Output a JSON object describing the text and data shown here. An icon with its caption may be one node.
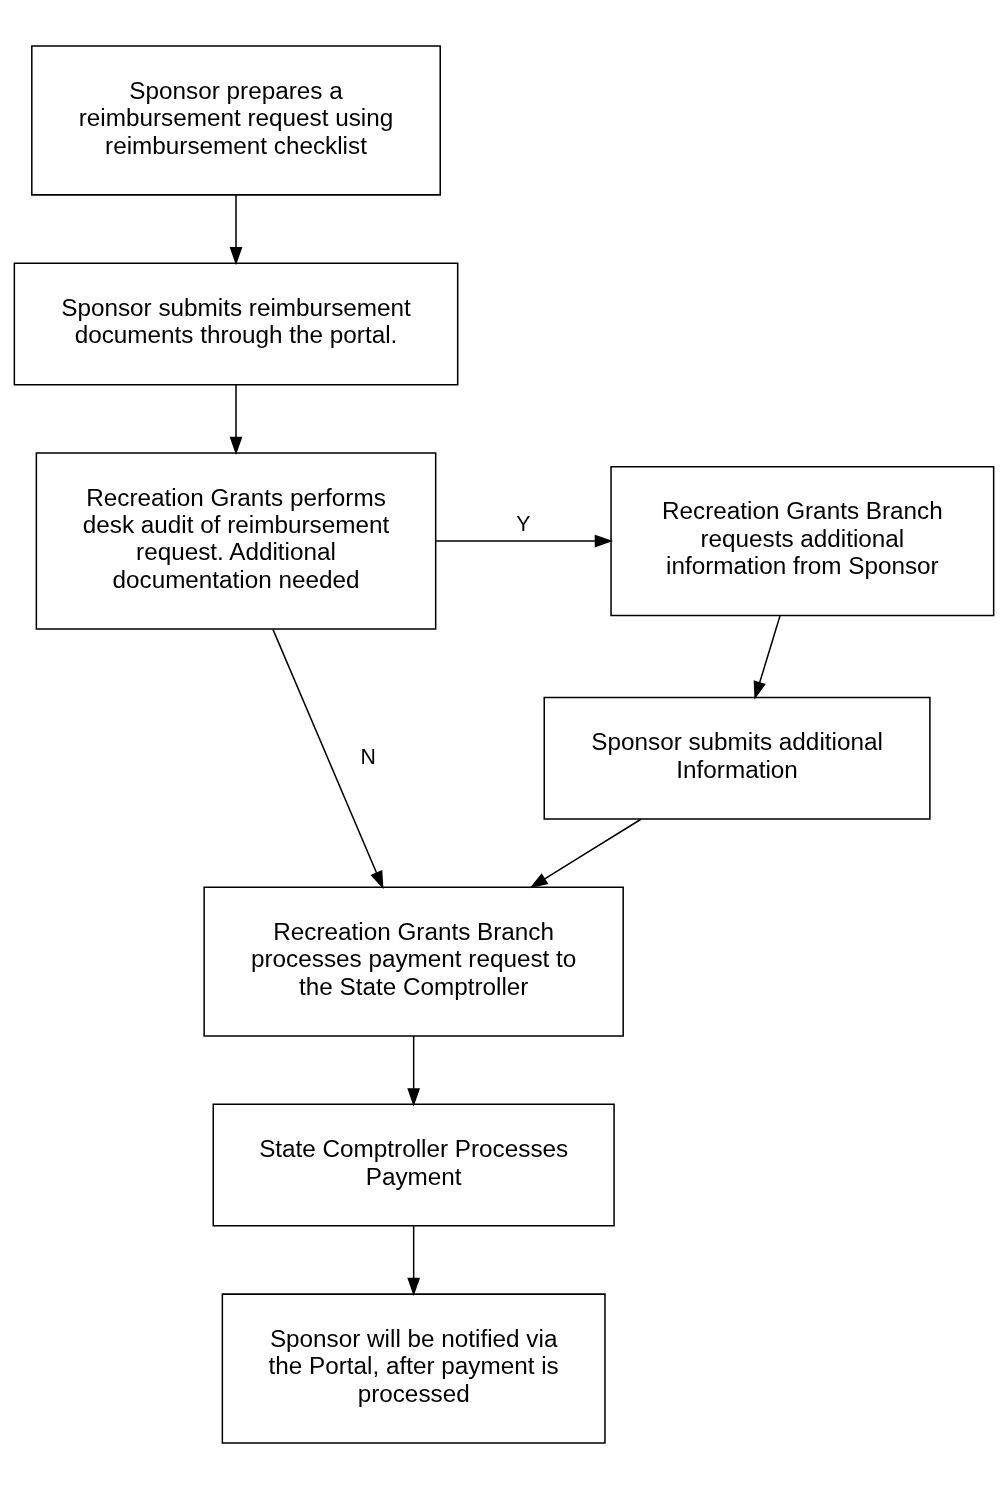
{
  "diagram": {
    "nodes": [
      {
        "text": [
          "Sponsor prepares a reimbursement request using reimbursement checklist"
        ]
      },
      {
        "text": [
          "Sponsor submits reimbursement documents through the portal."
        ]
      },
      {
        "text": [
          "Recreation Grants performs desk audit of reimbursement request. Additional documentation needed"
        ]
      },
      {
        "text": [
          "Recreation Grants Branch requests additional information from Sponsor"
        ]
      },
      {
        "text": [
          "Sponsor submits additional Information"
        ]
      },
      {
        "text": [
          "Recreation Grants Branch processes payment request to the State Comptroller"
        ]
      },
      {
        "text": [
          "State Comptroller Processes Payment"
        ]
      },
      {
        "text": [
          "Sponsor will be notified via the Portal, after payment is processed"
        ]
      }
    ],
    "edges": [
      {
        "from": 0,
        "to": 1,
        "arrow": "to"
      },
      {
        "from": 1,
        "to": 2,
        "arrow": "to"
      },
      {
        "from": 2,
        "to": 3,
        "arrow": "to",
        "label": "Y"
      },
      {
        "from": 3,
        "to": 4,
        "arrow": "to"
      },
      {
        "from": 4,
        "to": 5,
        "arrow": "to"
      },
      {
        "from": 2,
        "to": 5,
        "arrow": "to",
        "label": "N"
      },
      {
        "from": 5,
        "to": 6,
        "arrow": "to"
      },
      {
        "from": 6,
        "to": 7,
        "arrow": "to"
      }
    ]
  }
}
